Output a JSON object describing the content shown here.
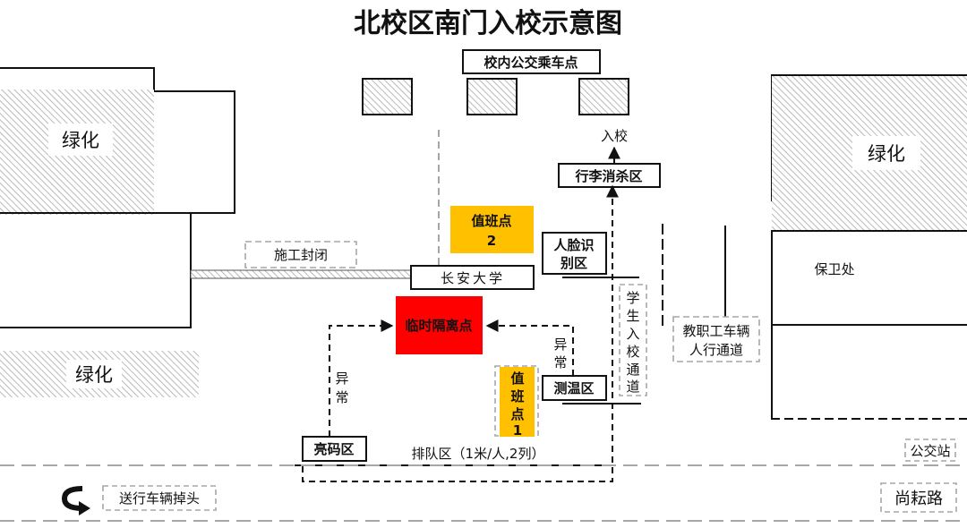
{
  "title": "北校区南门入校示意图",
  "labels": {
    "bus_stop_in_campus": "校内公交乘车点",
    "enter_school": "入校",
    "luggage_disinfect": "行李消杀区",
    "greenery_top_left": "绿化",
    "greenery_top_right": "绿化",
    "greenery_bottom_left": "绿化",
    "construction_closed": "施工封闭",
    "changan_university": "长安大学",
    "duty_point_2_line1": "值班点",
    "duty_point_2_line2": "2",
    "face_recognition_line1": "人脸识",
    "face_recognition_line2": "别区",
    "temp_isolation": "临时隔离点",
    "abnormal_left_1": "异",
    "abnormal_left_2": "常",
    "abnormal_right_1": "异",
    "abnormal_right_2": "常",
    "student_channel": [
      "学",
      "生",
      "入",
      "校",
      "通",
      "道"
    ],
    "staff_vehicle_line1": "教职工车辆",
    "staff_vehicle_line2": "人行通道",
    "security_office": "保卫处",
    "duty_point_1": [
      "值",
      "班",
      "点",
      "1"
    ],
    "temperature_zone": "测温区",
    "health_code_zone": "亮码区",
    "queue_zone": "排队区（1米/人,2列）",
    "bus_stop": "公交站",
    "uturn": "送行车辆掉头",
    "road_name": "尚耘路"
  },
  "colors": {
    "duty_point": "#ffc000",
    "isolation": "#ff0000",
    "hatch": "#c8c8c8"
  },
  "icons": {
    "uturn": "u-turn-arrow-icon",
    "arrow_up": "arrow-up-icon"
  }
}
